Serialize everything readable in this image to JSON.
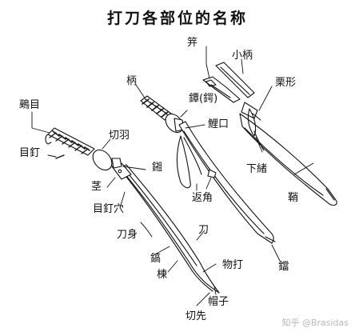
{
  "diagram": {
    "title": "打刀各部位的名称",
    "watermark": "知乎 @Brasidas",
    "labels": {
      "fu": "笄",
      "kozuka": "小柄",
      "kurikata": "栗形",
      "tsuka": "柄",
      "tsuba": "鐔(鍔)",
      "koiguchi": "鯉口",
      "kashira": "鵐目",
      "kirihane": "切羽",
      "mekugi": "目釘",
      "habaki": "鎺",
      "sageo": "下緒",
      "kaerizuno": "返角",
      "saya": "鞘",
      "nakago": "茎",
      "mekugiana": "目釘穴",
      "toushin": "刀身",
      "ha": "刀",
      "shinogi": "鎬",
      "mune": "棟",
      "monouchi": "物打",
      "boushi": "帽子",
      "kojiri": "鐺",
      "kissaki": "切先"
    },
    "colors": {
      "ink": "#111111",
      "watermark": "#b8b8b8"
    }
  }
}
